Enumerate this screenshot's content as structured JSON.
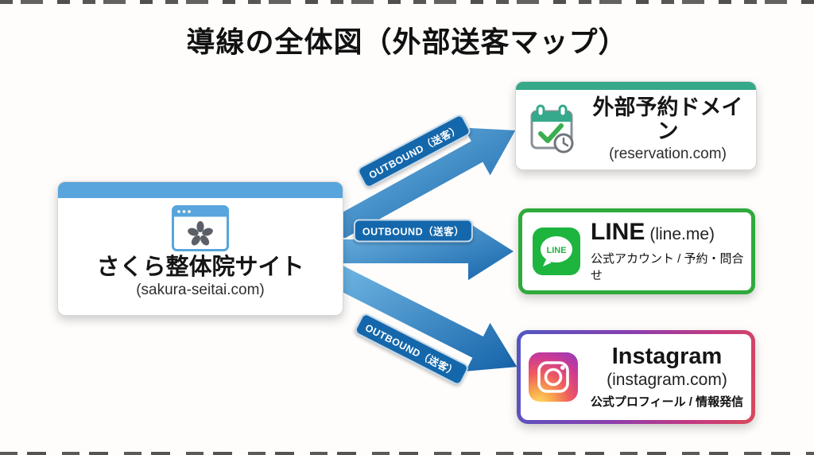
{
  "page": {
    "title": "導線の全体図（外部送客マップ）"
  },
  "source_site": {
    "title": "さくら整体院サイト",
    "domain": "(sakura-seitai.com)",
    "accent_color": "#57a5dc",
    "icon": "browser-sakura-icon"
  },
  "arrows": [
    {
      "label": "OUTBOUND（送客）",
      "target": "reservation",
      "direction": "up-right"
    },
    {
      "label": "OUTBOUND（送客）",
      "target": "line",
      "direction": "right"
    },
    {
      "label": "OUTBOUND（送客）",
      "target": "instagram",
      "direction": "down-right"
    }
  ],
  "destinations": {
    "reservation": {
      "title": "外部予約ドメイン",
      "domain": "(reservation.com)",
      "accent_color": "#35a98a",
      "icon": "calendar-check-clock-icon"
    },
    "line": {
      "title": "LINE",
      "domain": "(line.me)",
      "subtitle": "公式アカウント / 予約・問合せ",
      "accent_color": "#2faa3c",
      "icon": "line-app-icon",
      "icon_text": "LINE"
    },
    "instagram": {
      "title": "Instagram",
      "domain": "(instagram.com)",
      "subtitle": "公式プロフィール / 情報発信",
      "accent_gradient": [
        "#5157c3",
        "#8c3fae",
        "#c23a82",
        "#d8495b"
      ],
      "icon": "instagram-app-icon"
    }
  },
  "colors": {
    "arrow_light": "#74bae6",
    "arrow_dark": "#1462a8",
    "badge_bg": "#1467ab",
    "title_color": "#111111"
  }
}
